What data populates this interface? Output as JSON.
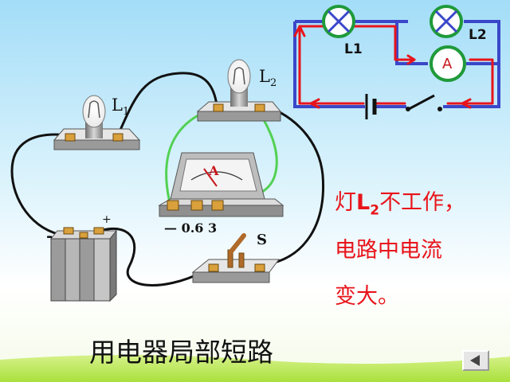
{
  "schematic": {
    "lamp1_label": "L1",
    "lamp2_label": "L2",
    "ammeter_label": "A"
  },
  "apparatus": {
    "lamp1_label_main": "L",
    "lamp1_label_sub": "1",
    "lamp2_label_main": "L",
    "lamp2_label_sub": "2",
    "ammeter_face_label": "A",
    "ammeter_terminals": "— 0.6 3",
    "battery_plus": "+",
    "battery_minus": "-",
    "switch_label": "S"
  },
  "explanation": {
    "line1_pre": "灯",
    "line1_lamp_main": "L",
    "line1_lamp_sub": "2",
    "line1_post": "不工作，",
    "line2": "电路中电流",
    "line3": "变大。"
  },
  "caption": "用电器局部短路",
  "colors": {
    "wire_black": "#111111",
    "wire_green": "#52d152",
    "wire_red": "#e8141b",
    "schematic_frame_blue": "#3a47c9",
    "lamp_circle_green": "#1f9a3a",
    "sky_top": "#9fdcf7",
    "grass": "#b9ea4a"
  },
  "icons": {
    "nav": "triangle-left-icon"
  }
}
